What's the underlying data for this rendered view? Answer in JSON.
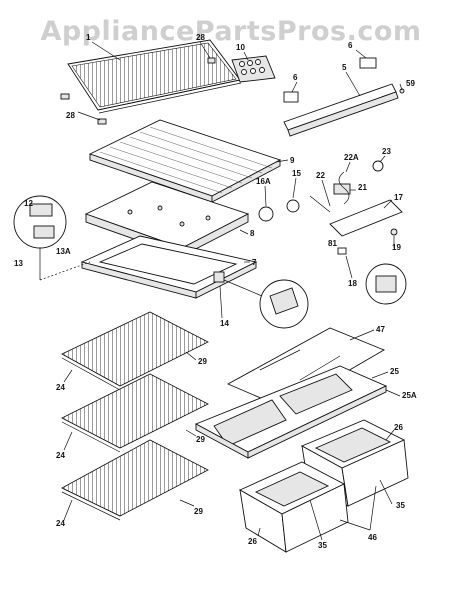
{
  "watermark": "AppliancePartsPros.com",
  "parts": [
    {
      "id": "p1",
      "label": "1"
    },
    {
      "id": "p28a",
      "label": "28"
    },
    {
      "id": "p28b",
      "label": "28"
    },
    {
      "id": "p10",
      "label": "10"
    },
    {
      "id": "p6a",
      "label": "6"
    },
    {
      "id": "p6b",
      "label": "6"
    },
    {
      "id": "p5",
      "label": "5"
    },
    {
      "id": "p59",
      "label": "59"
    },
    {
      "id": "p9",
      "label": "9"
    },
    {
      "id": "p22a",
      "label": "22A"
    },
    {
      "id": "p23",
      "label": "23"
    },
    {
      "id": "p16a",
      "label": "16A"
    },
    {
      "id": "p15",
      "label": "15"
    },
    {
      "id": "p22",
      "label": "22"
    },
    {
      "id": "p21",
      "label": "21"
    },
    {
      "id": "p17",
      "label": "17"
    },
    {
      "id": "p12",
      "label": "12"
    },
    {
      "id": "p13a",
      "label": "13A"
    },
    {
      "id": "p13",
      "label": "13"
    },
    {
      "id": "p8",
      "label": "8"
    },
    {
      "id": "p7",
      "label": "7"
    },
    {
      "id": "p81",
      "label": "81"
    },
    {
      "id": "p19",
      "label": "19"
    },
    {
      "id": "p18",
      "label": "18"
    },
    {
      "id": "p14",
      "label": "14"
    },
    {
      "id": "p47",
      "label": "47"
    },
    {
      "id": "p29a",
      "label": "29"
    },
    {
      "id": "p24a",
      "label": "24"
    },
    {
      "id": "p25",
      "label": "25"
    },
    {
      "id": "p25a",
      "label": "25A"
    },
    {
      "id": "p29b",
      "label": "29"
    },
    {
      "id": "p24b",
      "label": "24"
    },
    {
      "id": "p26a",
      "label": "26"
    },
    {
      "id": "p35a",
      "label": "35"
    },
    {
      "id": "p29c",
      "label": "29"
    },
    {
      "id": "p24c",
      "label": "24"
    },
    {
      "id": "p26b",
      "label": "26"
    },
    {
      "id": "p35b",
      "label": "35"
    },
    {
      "id": "p46",
      "label": "46"
    }
  ]
}
